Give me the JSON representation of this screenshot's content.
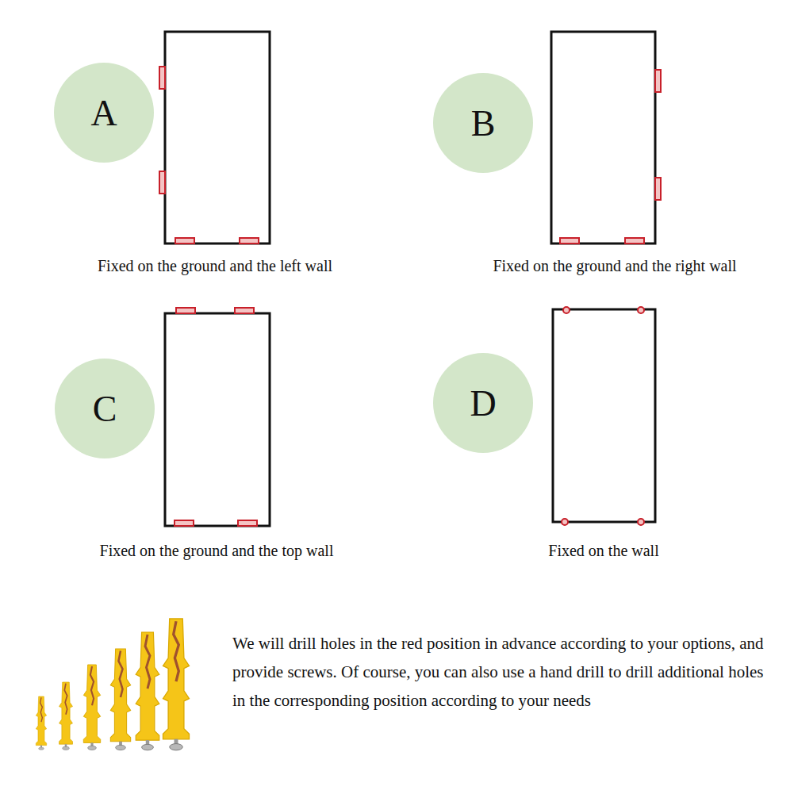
{
  "diagram": {
    "nodes": [
      {
        "text": [
          "A"
        ]
      },
      {
        "text": [
          "B"
        ]
      },
      {
        "text": [
          "C"
        ]
      },
      {
        "text": [
          "D"
        ]
      }
    ],
    "labels": [
      "Fixed on the ground and the left wall",
      "Fixed on the ground and the right wall",
      "Fixed on the ground and the top wall",
      "Fixed on the wall",
      "We will drill holes in the red position in advance according to your options, and provide screws. Of course, you can also use a hand drill to drill additional holes in the corresponding position according to your needs"
    ]
  }
}
